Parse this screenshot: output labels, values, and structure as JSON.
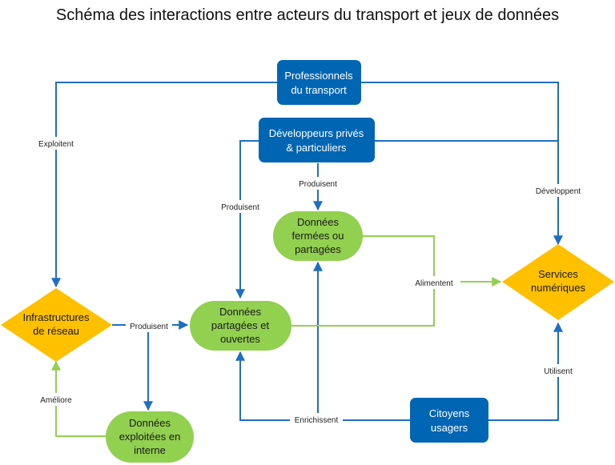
{
  "title": "Schéma des interactions entre acteurs du transport et jeux de données",
  "colors": {
    "blue_node": "#0066b3",
    "green_node": "#92d050",
    "orange_node": "#ffc000",
    "blue_line": "#1f6fc1",
    "green_line": "#92d050"
  },
  "nodes": {
    "professionnels": {
      "line1": "Professionnels",
      "line2": "du transport"
    },
    "developpeurs": {
      "line1": "Développeurs privés",
      "line2": "& particuliers"
    },
    "donnees_fermees": {
      "line1": "Données",
      "line2": "fermées ou",
      "line3": "partagées"
    },
    "services": {
      "line1": "Services",
      "line2": "numériques"
    },
    "infrastructures": {
      "line1": "Infrastructures",
      "line2": "de réseau"
    },
    "donnees_ouvertes": {
      "line1": "Données",
      "line2": "partagées et",
      "line3": "ouvertes"
    },
    "donnees_internes": {
      "line1": "Données",
      "line2": "exploitées en",
      "line3": "interne"
    },
    "citoyens": {
      "line1": "Citoyens",
      "line2": "usagers"
    }
  },
  "edges": {
    "exploitent": "Exploitent",
    "developpent": "Développent",
    "produisent_dev": "Produisent",
    "produisent_fermees": "Produisent",
    "alimentent": "Alimentent",
    "produisent_infra": "Produisent",
    "ameliore": "Améliore",
    "enrichissent": "Enrichissent",
    "utilisent": "Utilisent"
  }
}
